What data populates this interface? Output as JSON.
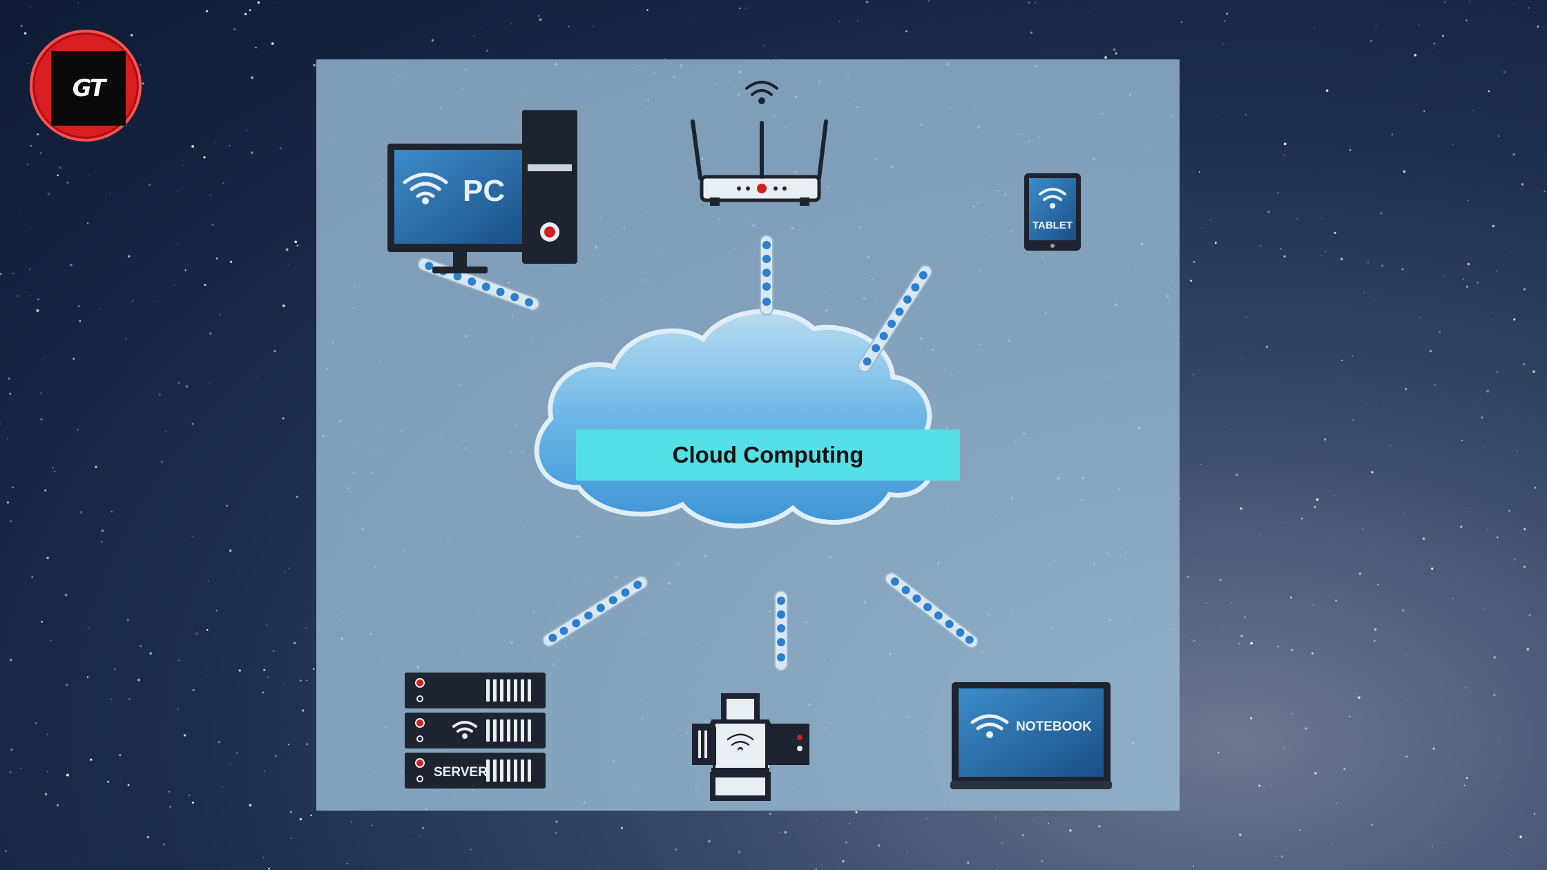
{
  "logo": {
    "text": "GT"
  },
  "diagram": {
    "center_label": "Cloud Computing",
    "devices": {
      "pc": "PC",
      "tablet": "TABLET",
      "server": "SERVER",
      "notebook": "NOTEBOOK"
    }
  },
  "colors": {
    "accent_label": "#55dfe6",
    "logo_red": "#d91d20",
    "connector_blue": "#2f7fcf"
  }
}
